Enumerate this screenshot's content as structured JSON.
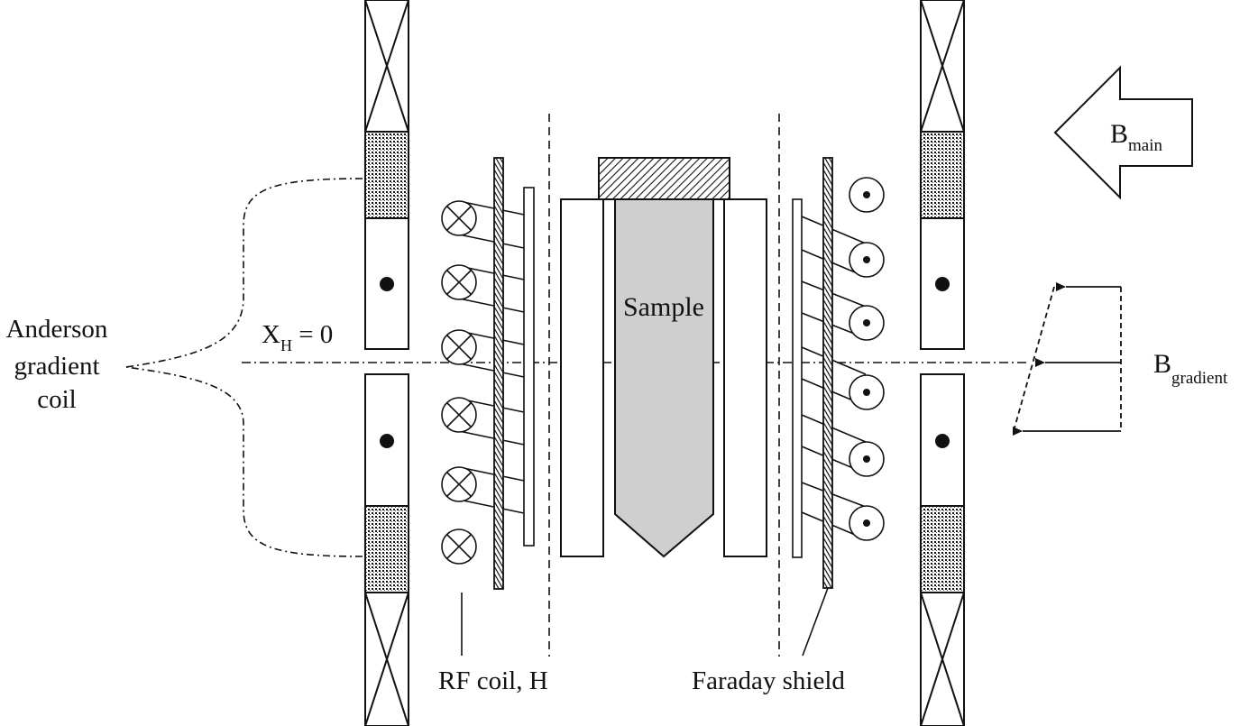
{
  "labels": {
    "anderson_line1": "Anderson",
    "anderson_line2": "gradient",
    "anderson_line3": "coil",
    "xh_main": "X",
    "xh_sub": "H",
    "xh_eq": " = 0",
    "sample": "Sample",
    "rf_coil": "RF coil, H",
    "faraday": "Faraday shield",
    "bmain_main": "B",
    "bmain_sub": "main",
    "bgrad_main": "B",
    "bgrad_sub": "gradient"
  },
  "colors": {
    "stroke": "#111111",
    "sample_fill": "#cfcfcf",
    "background": "#ffffff"
  },
  "icons": {
    "current_in": "circle-cross-icon",
    "current_out": "circle-dot-icon",
    "arrow": "arrow-left-icon"
  }
}
